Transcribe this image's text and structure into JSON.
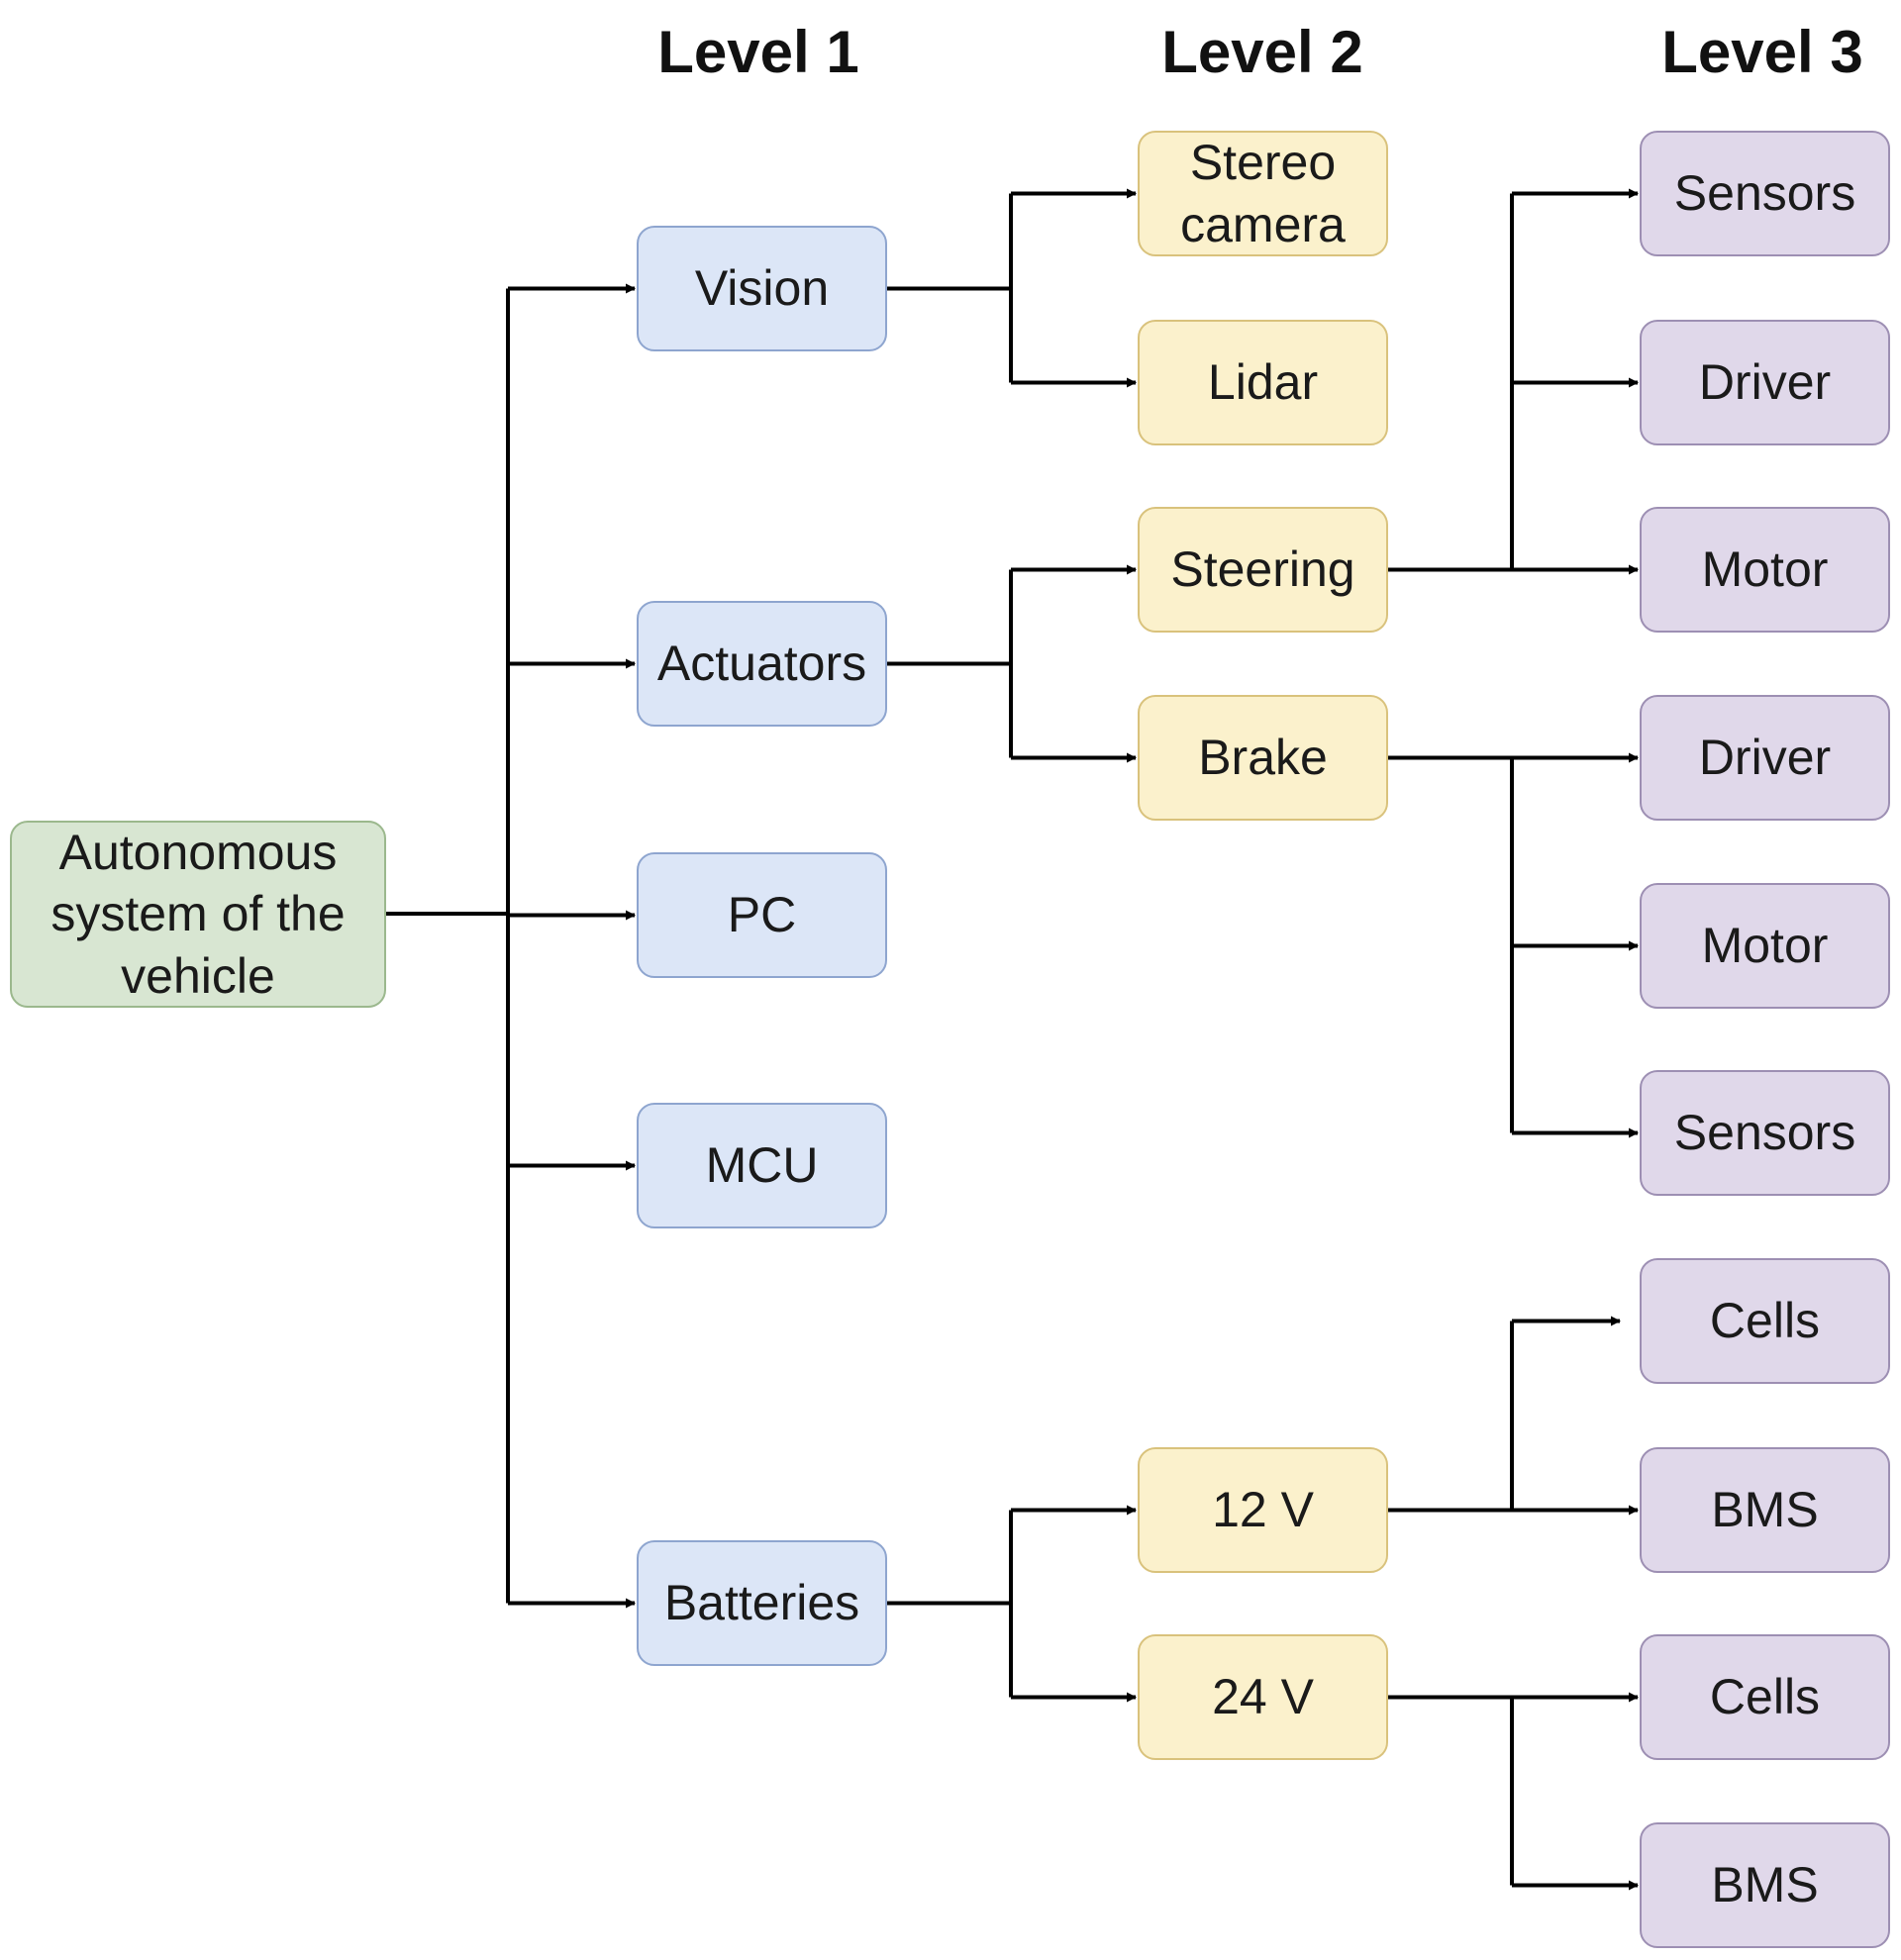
{
  "headers": [
    "Level 1",
    "Level 2",
    "Level 3"
  ],
  "root": {
    "label": "Autonomous system of the vehicle"
  },
  "level1": [
    {
      "id": "vision",
      "label": "Vision"
    },
    {
      "id": "actuators",
      "label": "Actuators"
    },
    {
      "id": "pc",
      "label": "PC"
    },
    {
      "id": "mcu",
      "label": "MCU"
    },
    {
      "id": "batteries",
      "label": "Batteries"
    }
  ],
  "level2": [
    {
      "id": "stereo",
      "label": "Stereo camera",
      "parent": "vision"
    },
    {
      "id": "lidar",
      "label": "Lidar",
      "parent": "vision"
    },
    {
      "id": "steering",
      "label": "Steering",
      "parent": "actuators"
    },
    {
      "id": "brake",
      "label": "Brake",
      "parent": "actuators"
    },
    {
      "id": "v12",
      "label": "12 V",
      "parent": "batteries"
    },
    {
      "id": "v24",
      "label": "24 V",
      "parent": "batteries"
    }
  ],
  "level3": [
    {
      "id": "s1",
      "label": "Sensors",
      "parent": "steering"
    },
    {
      "id": "d1",
      "label": "Driver",
      "parent": "steering"
    },
    {
      "id": "m1",
      "label": "Motor",
      "parent": "steering"
    },
    {
      "id": "d2",
      "label": "Driver",
      "parent": "brake"
    },
    {
      "id": "m2",
      "label": "Motor",
      "parent": "brake"
    },
    {
      "id": "s2",
      "label": "Sensors",
      "parent": "brake"
    },
    {
      "id": "c1",
      "label": "Cells",
      "parent": "v12"
    },
    {
      "id": "b1",
      "label": "BMS",
      "parent": "v12"
    },
    {
      "id": "c2",
      "label": "Cells",
      "parent": "v24"
    },
    {
      "id": "b2",
      "label": "BMS",
      "parent": "v24"
    }
  ]
}
